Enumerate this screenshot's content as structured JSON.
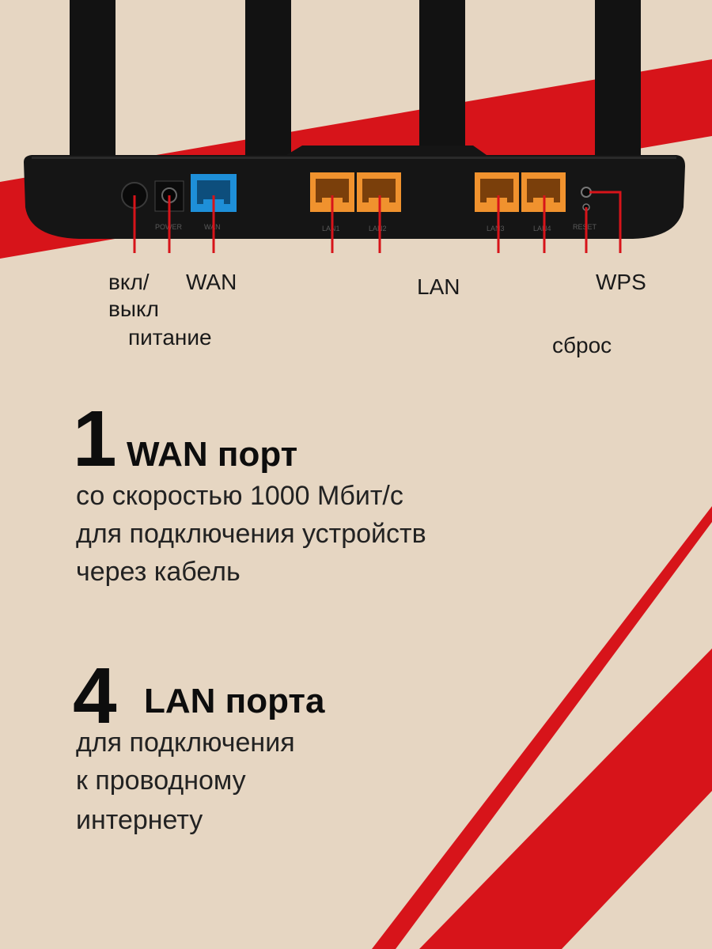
{
  "colors": {
    "background": "#e6d6c2",
    "stripe": "#d7141a",
    "router_body": "#151515",
    "wan_port": "#1e8fd8",
    "lan_port": "#f0922e",
    "callout_line": "#d7141a"
  },
  "router": {
    "port_labels": {
      "power": "POWER",
      "wan": "WAN",
      "lan1": "LAN1",
      "lan2": "LAN2",
      "lan3": "LAN3",
      "lan4": "LAN4",
      "reset": "RESET"
    }
  },
  "callouts": {
    "onoff_line1": "вкл/",
    "onoff_line2": "выкл",
    "power": "питание",
    "wan": "WAN",
    "lan": "LAN",
    "wps": "WPS",
    "reset": "сброс"
  },
  "features": [
    {
      "number": "1",
      "title": "WAN порт",
      "lines": [
        "со скоростью 1000 Мбит/с",
        "для подключения устройств",
        "через кабель"
      ]
    },
    {
      "number": "4",
      "title": "LAN порта",
      "lines": [
        "для подключения",
        "к проводному",
        "интернету"
      ]
    }
  ]
}
